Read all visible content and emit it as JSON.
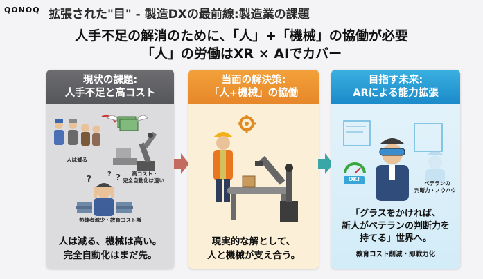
{
  "brand": "QONOQ",
  "header": {
    "title": "拡張された\"目\" - 製造DXの最前線:製造業の課題"
  },
  "subtitle": {
    "line1": "人手不足の解消のために、「人」+「機械」の協働が必要",
    "line2": "「人」の労働はXR × AIでカバー"
  },
  "panels": [
    {
      "title1": "現状の課題:",
      "title2": "人手不足と高コスト",
      "labels": [
        "人は減る",
        "高コスト・",
        "完全自動化は遠い",
        "熟練者減少・教育コスト増"
      ],
      "caption1": "人は減る、機械は高い。",
      "caption2": "完全自動化はまだ先。"
    },
    {
      "title1": "当面の解決策:",
      "title2": "「人+機械」の協働",
      "caption1": "現実的な解として、",
      "caption2": "人と機械が支え合う。"
    },
    {
      "title1": "目指す未来:",
      "title2": "ARによる能力拡張",
      "labels": [
        "ベテランの",
        "判断力・ノウハウ",
        "OK!"
      ],
      "caption1": "「グラスをかければ、",
      "caption2": "新人がベテランの判断力を",
      "caption3": "持てる」世界へ。",
      "note": "教育コスト削減・即戦力化"
    }
  ],
  "colors": {
    "gray": "#5f6064",
    "orange": "#ec912f",
    "blue": "#2a9dd6"
  }
}
